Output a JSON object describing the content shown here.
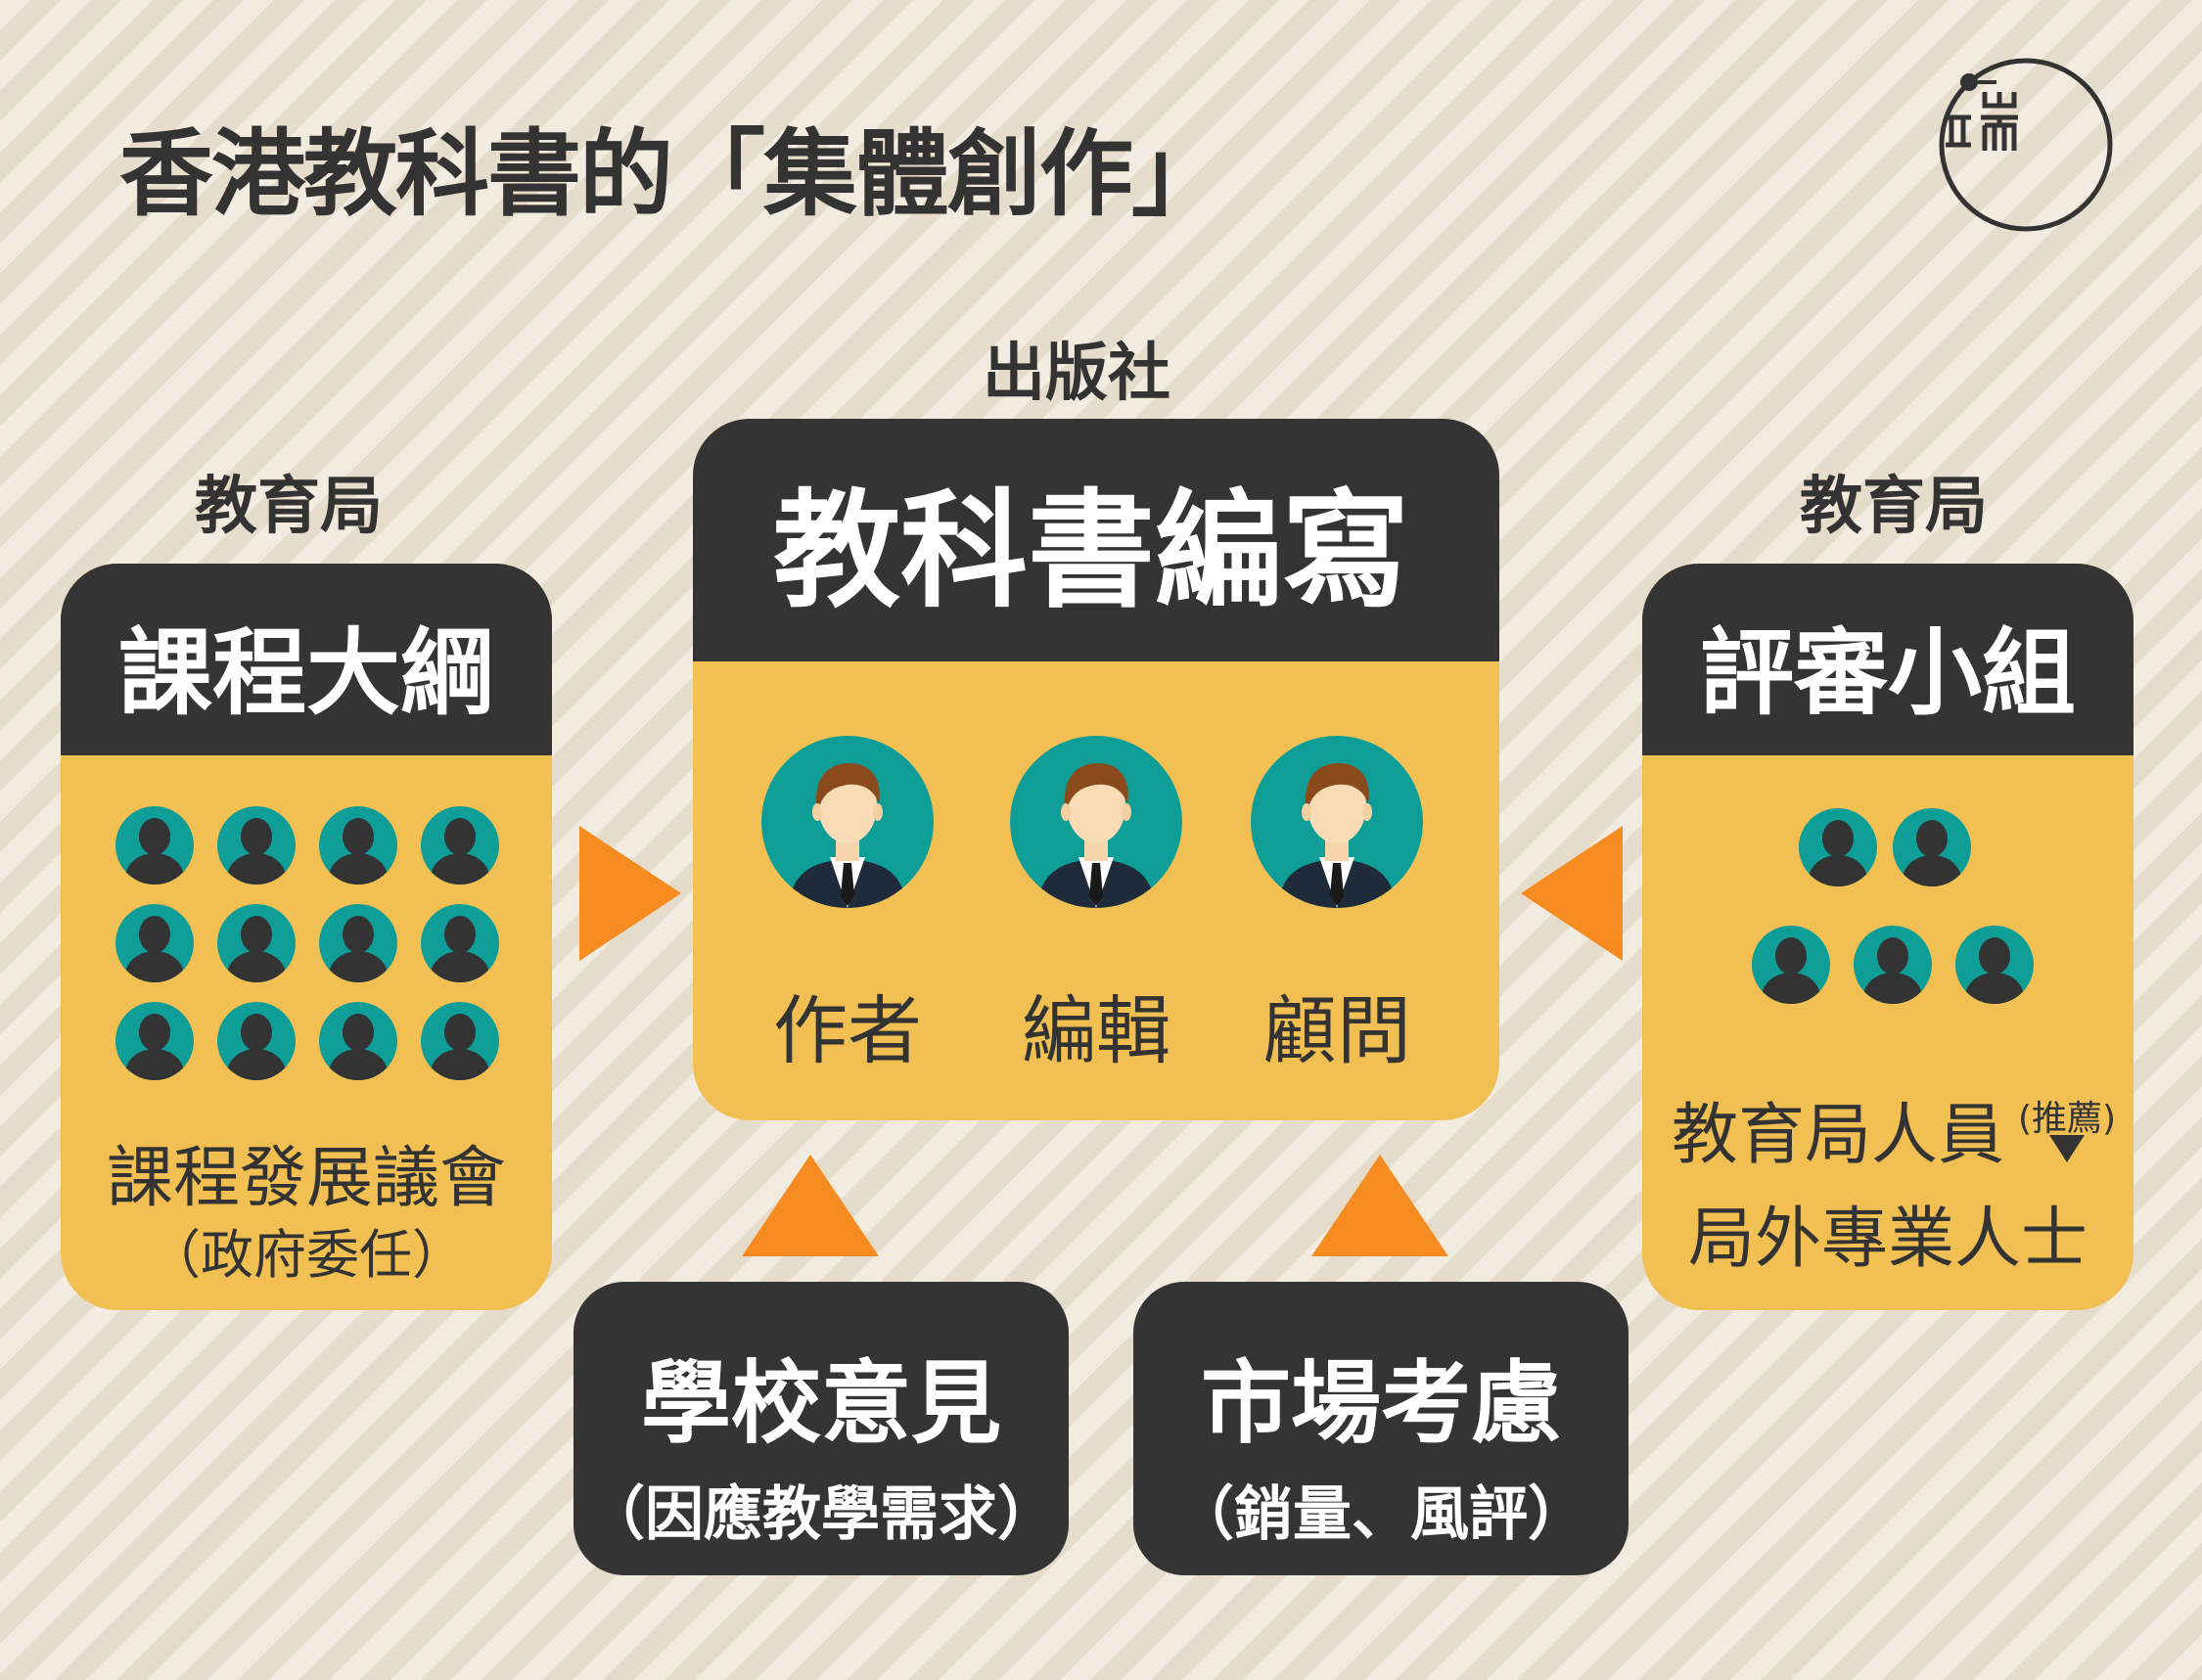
{
  "title": "香港教科書的「集體創作」",
  "colors": {
    "dark": "#343434",
    "yellow": "#f2c052",
    "orange": "#f68b1f",
    "teal": "#0f9e97"
  },
  "left": {
    "org_label": "教育局",
    "heading": "課程大綱",
    "member_line1": "課程發展議會",
    "member_line2": "（政府委任）"
  },
  "center": {
    "org_label": "出版社",
    "heading": "教科書編寫",
    "roles": [
      "作者",
      "編輯",
      "顧問"
    ]
  },
  "right": {
    "org_label": "教育局",
    "heading": "評審小組",
    "member_line1": "教育局人員",
    "recommend_note": "(推薦)",
    "member_line2": "局外專業人士"
  },
  "bottom": [
    {
      "main": "學校意見",
      "sub": "（因應教學需求）"
    },
    {
      "main": "市場考慮",
      "sub": "（銷量、風評）"
    }
  ],
  "icons": {
    "arrow": "orange-triangle-arrow",
    "small_person": "person-silhouette-icon",
    "large_person": "businessman-avatar-icon",
    "logo": "initium-logo"
  }
}
